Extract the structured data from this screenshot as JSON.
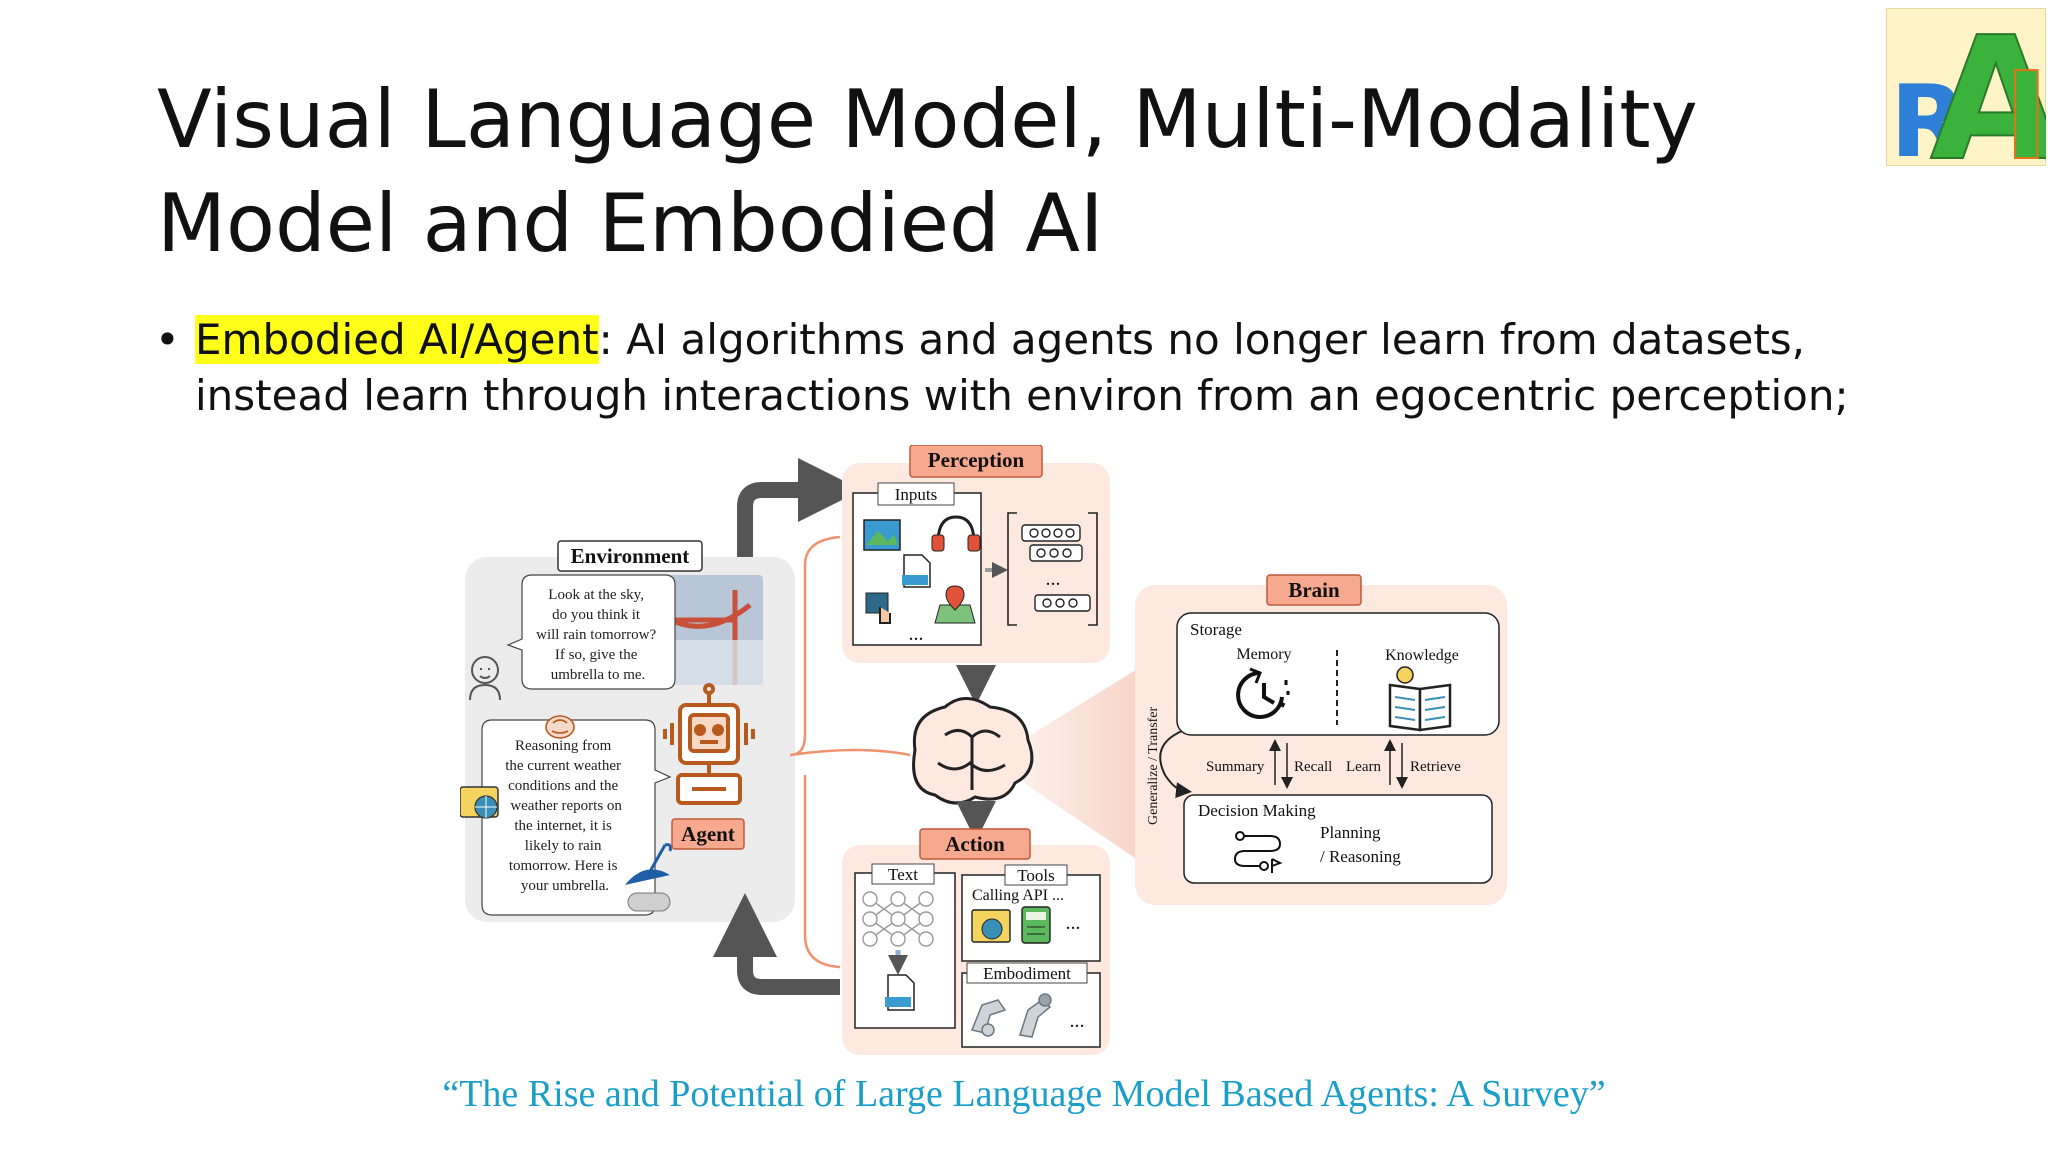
{
  "slide": {
    "title_line1": "Visual Language Model, Multi-Modality",
    "title_line2": "Model and Embodied AI",
    "bullet": {
      "highlight": "Embodied AI/Agent",
      "text_line1": ": AI algorithms and agents no longer learn from datasets,",
      "text_line2": "instead learn through interactions with environ from an egocentric perception;"
    },
    "caption": "“The Rise and Potential of Large Language Model Based Agents: A Survey”"
  },
  "logo": {
    "text": "RAI",
    "colors": {
      "r": "#2e7fd6",
      "a": "#3bb23b"
    }
  },
  "diagram": {
    "environment": {
      "label": "Environment",
      "question": [
        "Look at the sky,",
        "do you think it",
        "will rain tomorrow?",
        "If so, give the",
        "umbrella to me."
      ],
      "answer": [
        "Reasoning from",
        "the current weather",
        "conditions and the",
        "weather reports on",
        "the internet, it is",
        "likely to rain",
        "tomorrow. Here is",
        "your umbrella."
      ]
    },
    "agent": {
      "label": "Agent"
    },
    "perception": {
      "label": "Perception",
      "inputs_label": "Inputs",
      "ellipsis": "..."
    },
    "brain": {
      "label": "Brain",
      "storage_label": "Storage",
      "memory_label": "Memory",
      "knowledge_label": "Knowledge",
      "summary_label": "Summary",
      "recall_label": "Recall",
      "learn_label": "Learn",
      "retrieve_label": "Retrieve",
      "decision_label": "Decision Making",
      "planning_label": "Planning",
      "reasoning_label": "/ Reasoning",
      "generalize_label": "Generalize / Transfer"
    },
    "action": {
      "label": "Action",
      "text_label": "Text",
      "tools_label": "Tools",
      "calling_api": "Calling API ...",
      "embodiment_label": "Embodiment",
      "ellipsis": "..."
    },
    "colors": {
      "tag_fill": "#f6a98f",
      "tag_stroke": "#c0583a",
      "panel_fill": "#fde9e0",
      "env_fill": "#ececec",
      "arrow": "#555555",
      "robot": "#b85a1e"
    }
  }
}
